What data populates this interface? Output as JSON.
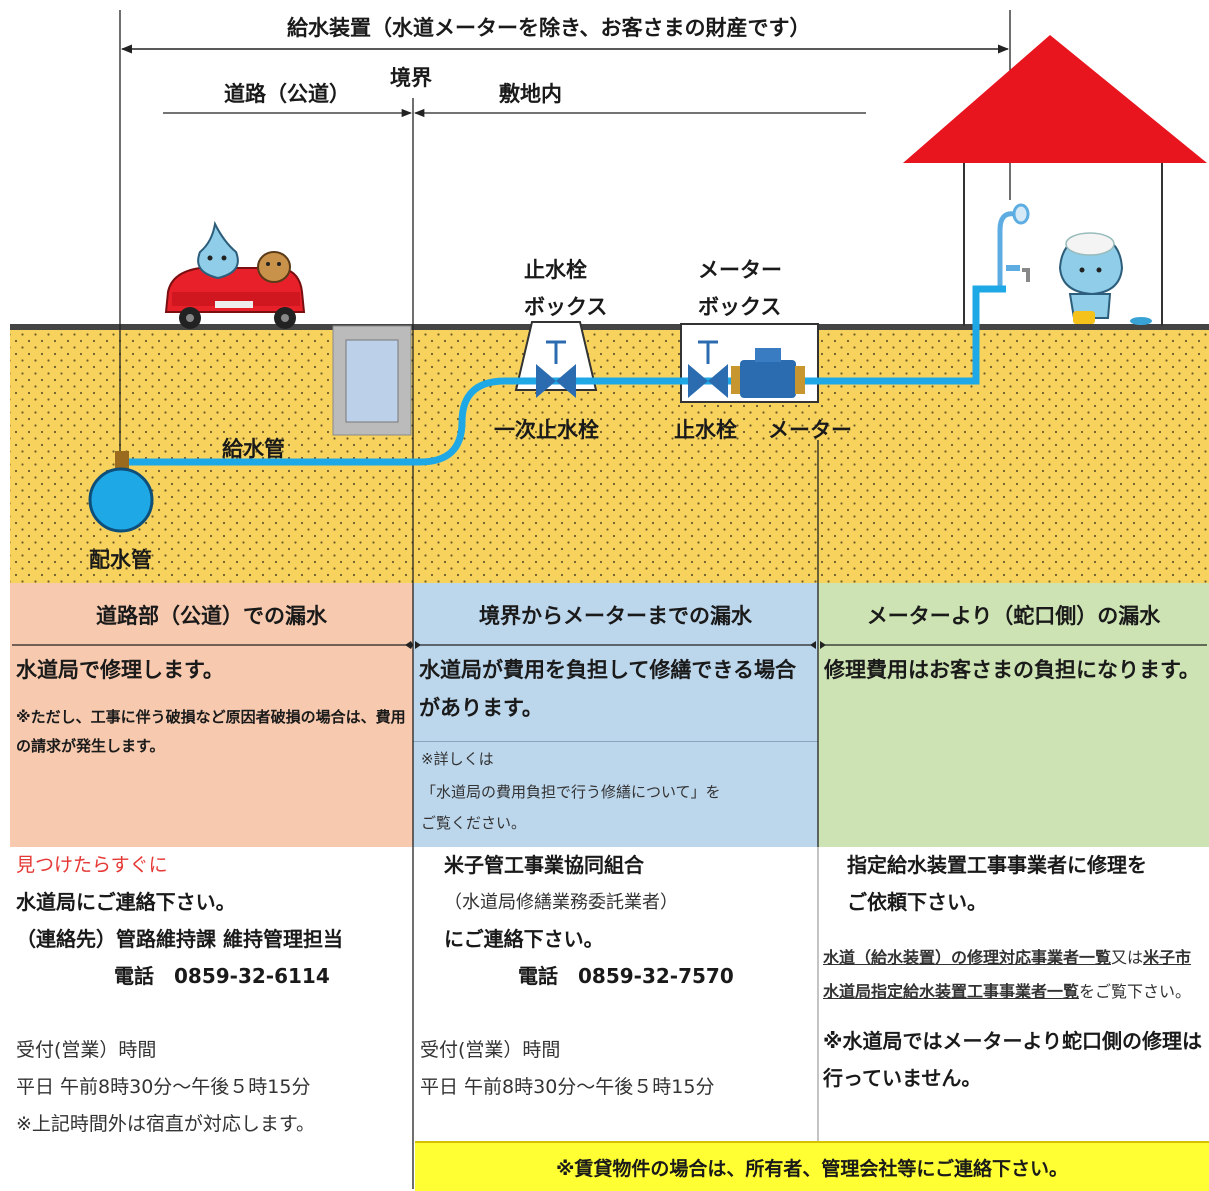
{
  "header": {
    "supply_device": "給水装置（水道メーターを除き、お客さまの財産です）",
    "road": "道路（公道）",
    "boundary": "境界",
    "premises": "敷地内"
  },
  "labels": {
    "stop_box_1": "止水栓",
    "stop_box_2": "ボックス",
    "meter_box_1": "メーター",
    "meter_box_2": "ボックス",
    "primary_valve": "一次止水栓",
    "stop_valve": "止水栓",
    "meter": "メーター",
    "supply_pipe": "給水管",
    "main_pipe": "配水管"
  },
  "columns": [
    {
      "title": "道路部（公道）での漏水",
      "main": "水道局で修理します。",
      "note": "※ただし、工事に伴う破損など原因者破損の場合は、費用の請求が発生します。"
    },
    {
      "title": "境界からメーターまでの漏水",
      "main": "水道局が費用を負担して修繕できる場合があります。",
      "note_1": "※詳しくは",
      "note_2": "「水道局の費用負担で行う修繕について」を",
      "note_3": "ご覧ください。"
    },
    {
      "title": "メーターより（蛇口側）の漏水",
      "main": "修理費用はお客さまの負担になります。"
    }
  ],
  "contact_left": {
    "alert": "見つけたらすぐに",
    "line1": "水道局にご連絡下さい。",
    "line2": "（連絡先）管路維持課 維持管理担当",
    "phone": "電話　0859-32-6114",
    "hours_title": "受付(営業）時間",
    "hours": "平日 午前8時30分～午後５時15分",
    "after_hours": "※上記時間外は宿直が対応します。"
  },
  "contact_middle": {
    "org": "米子管工事業協同組合",
    "sub": "（水道局修繕業務委託業者）",
    "line": "にご連絡下さい。",
    "phone": "電話　0859-32-7570",
    "hours_title": "受付(営業）時間",
    "hours": "平日 午前8時30分～午後５時15分"
  },
  "contact_right": {
    "line1": "指定給水装置工事事業者に修理を",
    "line2": "ご依頼下さい。",
    "link1": "水道（給水装置）の修理対応事業者一覧",
    "or": "又は",
    "link2": "米子市水道局指定給水装置工事事業者一覧",
    "see": "をご覧下さい。",
    "notice": "※水道局ではメーターより蛇口側の修理は行っていません。"
  },
  "rental_notice": "※賃貸物件の場合は、所有者、管理会社等にご連絡下さい。",
  "colors": {
    "ground": "#f7d35e",
    "road_section": "#f7c9ae",
    "boundary_section": "#bcd6ec",
    "meter_section": "#cde3b3",
    "pipe": "#1ea9e6",
    "roof": "#e8141e",
    "notice_bg": "#ffff33",
    "alert_text": "#e53935"
  }
}
